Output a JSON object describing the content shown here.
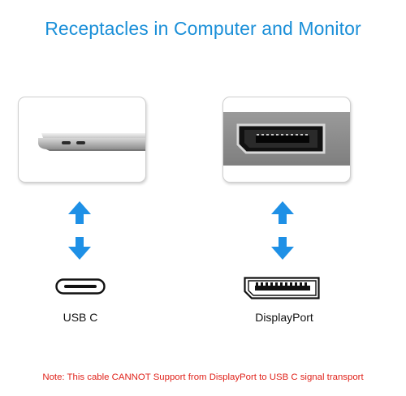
{
  "title": "Receptacles in Computer and Monitor",
  "left_panel": {
    "image_icon": "laptop-usb-c-ports-icon",
    "arrow_icon": "up-down-arrows-icon",
    "port_icon": "usb-c-port-icon",
    "label": "USB C"
  },
  "right_panel": {
    "image_icon": "monitor-displayport-receptacle-icon",
    "arrow_icon": "up-down-arrows-icon",
    "port_icon": "displayport-port-icon",
    "label": "DisplayPort"
  },
  "note": "Note: This cable CANNOT Support from DisplayPort to USB C signal transport",
  "colors": {
    "title": "#1a8fd8",
    "arrows": "#1e90e6",
    "note": "#e0231b"
  }
}
